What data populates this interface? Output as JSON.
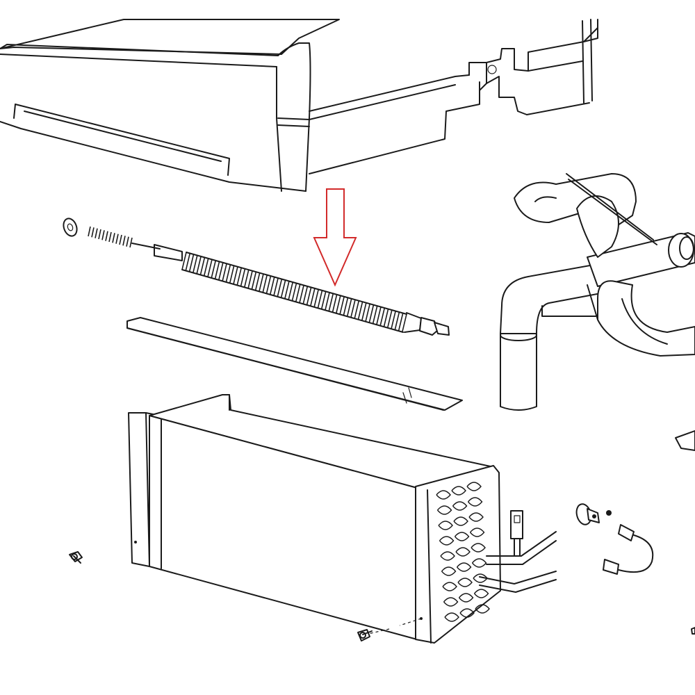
{
  "diagram": {
    "parts": [
      {
        "id": "upper-housing",
        "icon": "housing-cover-icon"
      },
      {
        "id": "heater-element",
        "icon": "coil-heater-icon"
      },
      {
        "id": "insulation-strip",
        "icon": "flat-strip-icon"
      },
      {
        "id": "evaporator-coil",
        "icon": "evaporator-icon"
      },
      {
        "id": "drain-hose-assembly",
        "icon": "hose-icon"
      },
      {
        "id": "thermostat-sensor",
        "icon": "sensor-icon"
      },
      {
        "id": "wire-harness",
        "icon": "wire-icon"
      },
      {
        "id": "screw-left",
        "icon": "screw-icon"
      },
      {
        "id": "screw-bottom",
        "icon": "screw-icon"
      }
    ],
    "highlight_arrow": {
      "points_to": "heater-element",
      "color": "#d22a2a"
    }
  }
}
